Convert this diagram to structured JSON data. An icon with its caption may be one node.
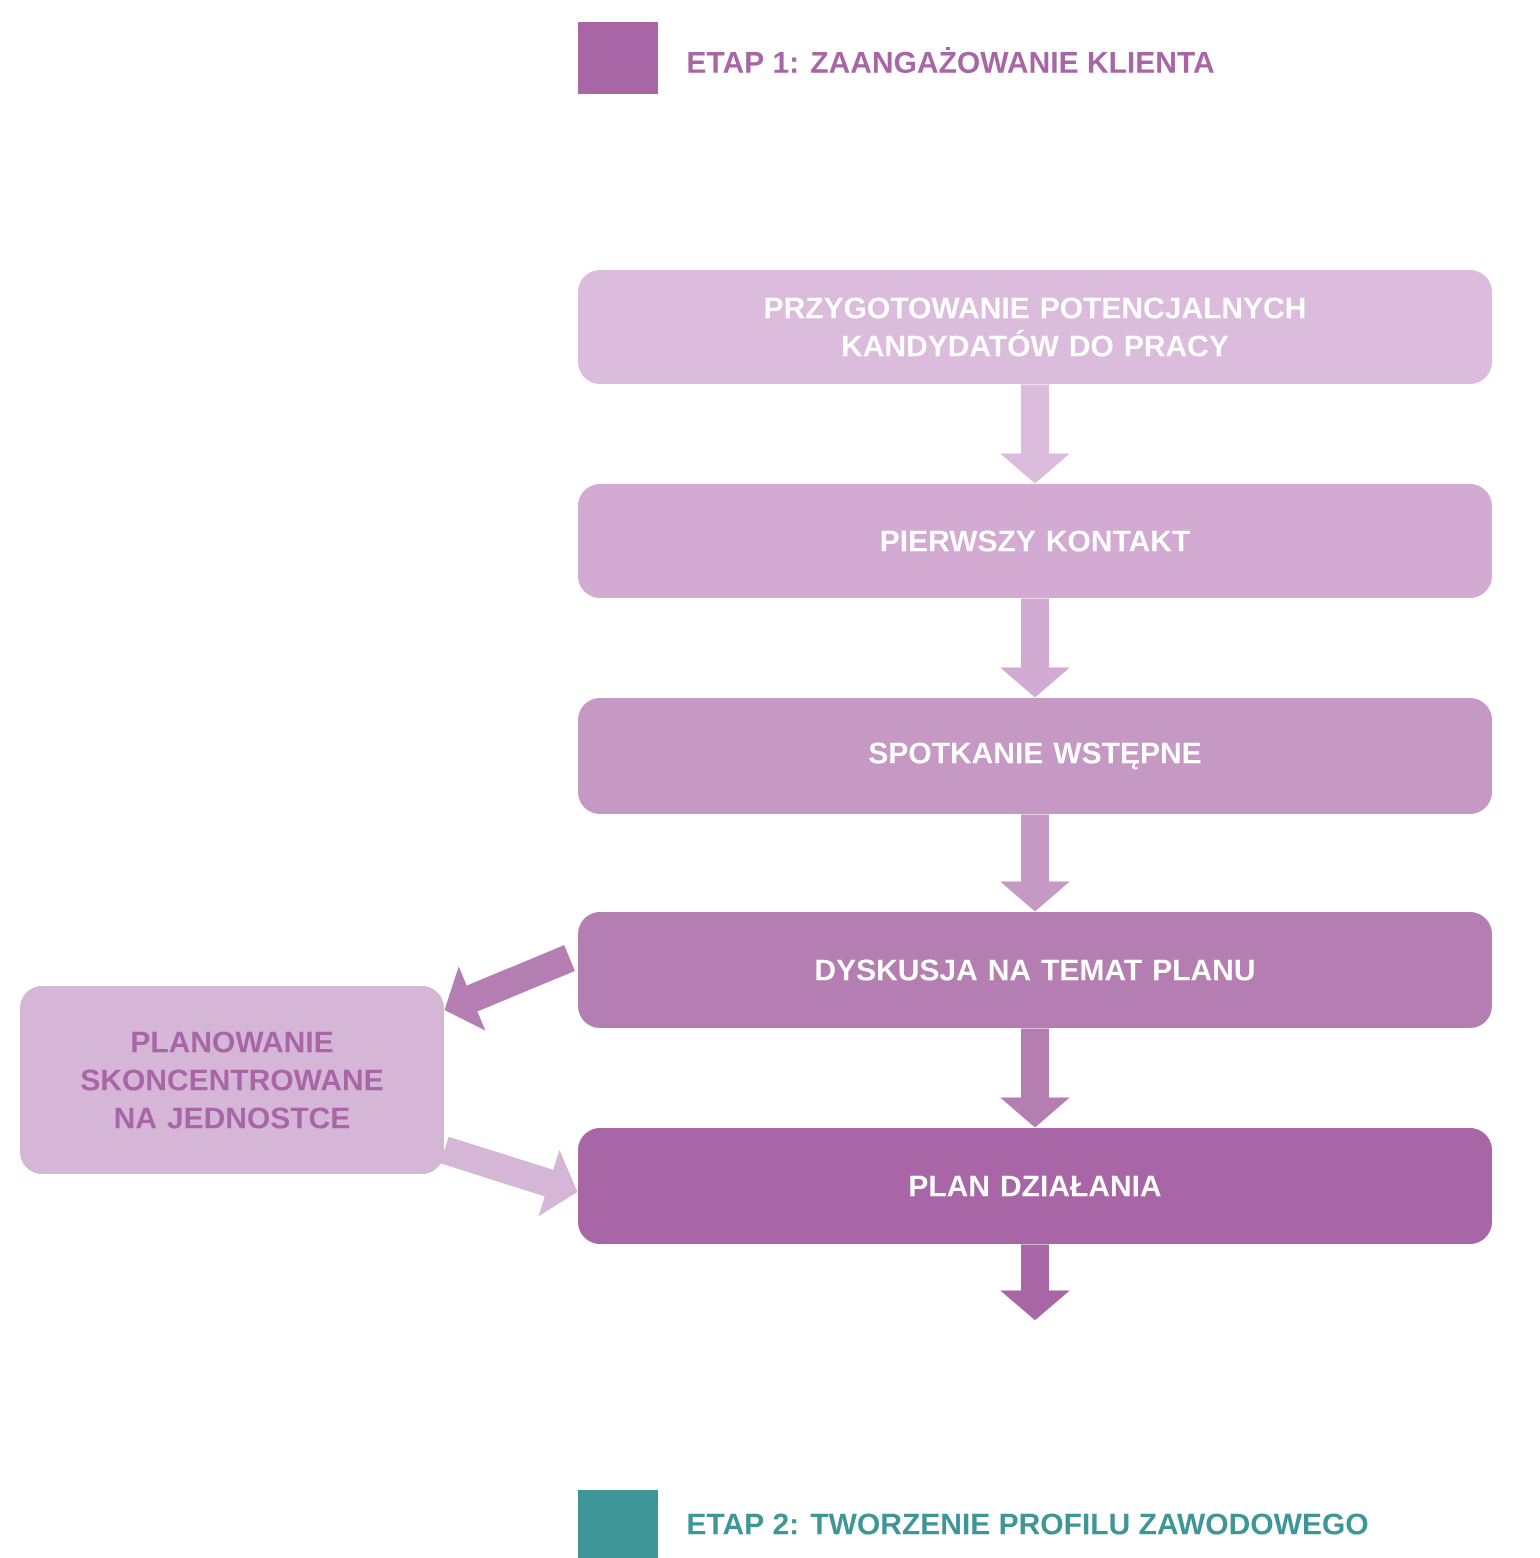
{
  "diagram": {
    "nodes": [
      {
        "text": [
          "PRZYGOTOWANIE POTENCJALNYCH KANDYDATÓW DO PRACY"
        ]
      },
      {
        "text": [
          "PIERWSZY KONTAKT"
        ]
      },
      {
        "text": [
          "SPOTKANIE WSTĘPNE"
        ]
      },
      {
        "text": [
          "DYSKUSJA NA TEMAT PLANU"
        ]
      },
      {
        "text": [
          "PLAN DZIAŁANIA"
        ]
      },
      {
        "text": [
          "PLANOWANIE SKONCENTROWANE NA JEDNOSTCE"
        ]
      }
    ],
    "edges": [
      {
        "from": 0,
        "to": 1,
        "arrow": "to"
      },
      {
        "from": 1,
        "to": 2,
        "arrow": "to"
      },
      {
        "from": 2,
        "to": 3,
        "arrow": "to"
      },
      {
        "from": 3,
        "to": 4,
        "arrow": "to"
      },
      {
        "from": 4,
        "to": null,
        "arrow": "to"
      },
      {
        "from": 3,
        "to": 5,
        "arrow": "to"
      },
      {
        "from": 5,
        "to": 4,
        "arrow": "to"
      }
    ],
    "legend": [
      {
        "text": "ETAP 1: ZAANGAŻOWANIE KLIENTA",
        "color": "#a866a6"
      },
      {
        "text": "ETAP 2: TWORZENIE PROFILU ZAWODOWEGO",
        "color": "#3f9696"
      }
    ]
  }
}
